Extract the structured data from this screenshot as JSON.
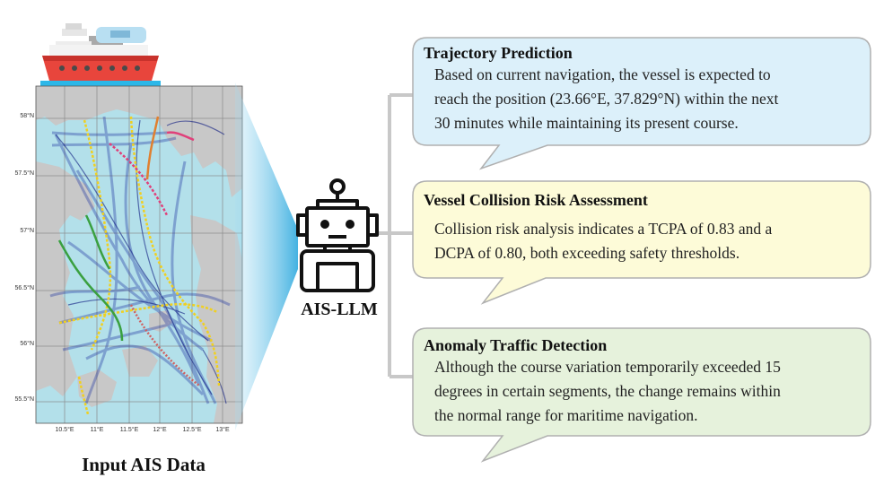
{
  "map": {
    "lat_ticks": [
      "58°N",
      "57.5°N",
      "57°N",
      "56.5°N",
      "56°N",
      "55.5°N"
    ],
    "lon_ticks": [
      "10.5°E",
      "11°E",
      "11.5°E",
      "12°E",
      "12.5°E",
      "13°E"
    ],
    "caption": "Input AIS Data"
  },
  "model": {
    "label": "AIS-LLM"
  },
  "cards": [
    {
      "title": "Trajectory Prediction",
      "lines": [
        "Based on current navigation, the vessel is expected to",
        "reach the position (23.66°E, 37.829°N) within the next",
        "30 minutes while maintaining its present course."
      ]
    },
    {
      "title": "Vessel Collision Risk Assessment",
      "lines": [
        "Collision risk analysis indicates a TCPA of 0.83 and a",
        "DCPA of 0.80, both exceeding safety thresholds."
      ]
    },
    {
      "title": "Anomaly Traffic Detection",
      "lines": [
        "Although the course variation temporarily exceeded 15",
        "degrees in certain segments, the change remains within",
        "the normal range for maritime navigation."
      ]
    }
  ],
  "colors": {
    "card1_fill": "#dcf0fa",
    "card2_fill": "#fdfbd8",
    "card3_fill": "#e6f2dc",
    "sea": "#b3e0ea",
    "land": "#c8c8c8",
    "ship_hull": "#e8453c"
  }
}
